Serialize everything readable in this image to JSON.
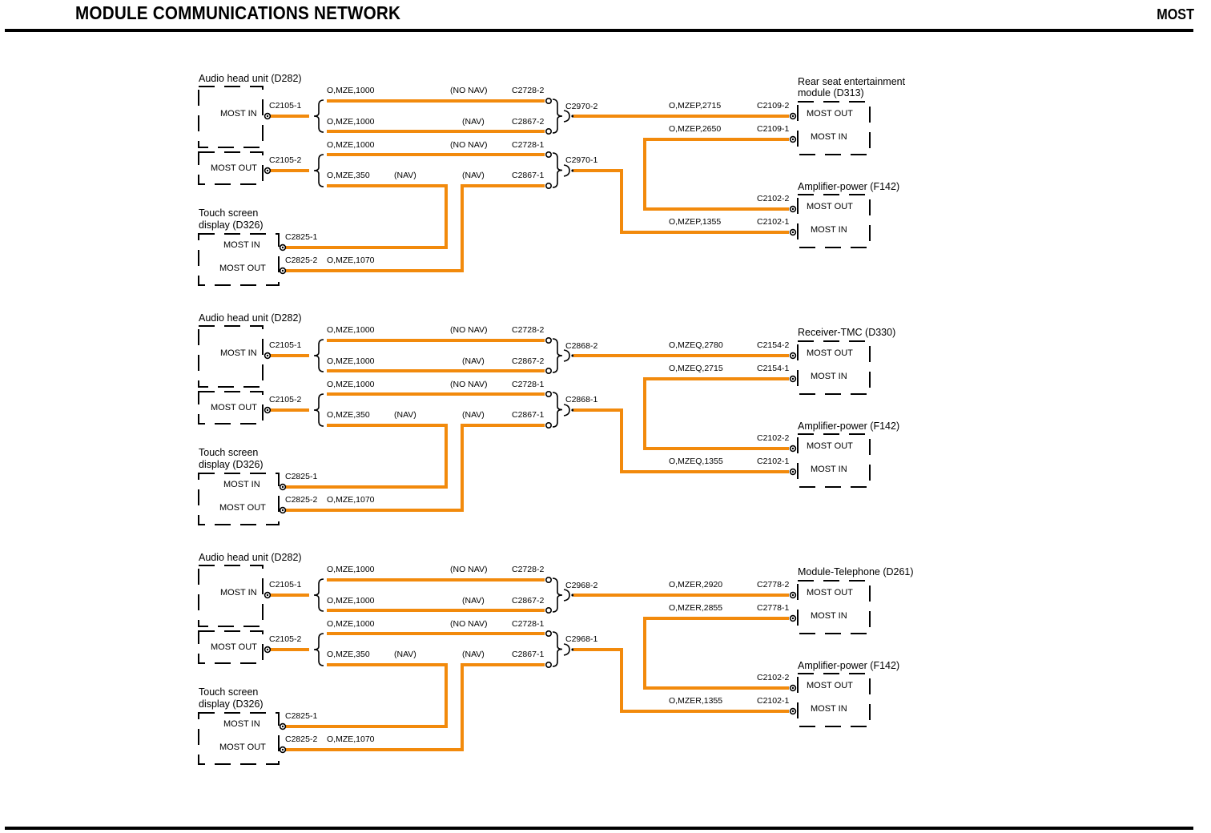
{
  "header": {
    "title": "MODULE COMMUNICATIONS NETWORK",
    "tag": "MOST"
  },
  "colors": {
    "wire": "#f28a0c",
    "ink": "#000000"
  },
  "common": {
    "head_unit": "Audio head unit (D282)",
    "touch_screen_l1": "Touch screen",
    "touch_screen_l2": "display (D326)",
    "most_in": "MOST IN",
    "most_out": "MOST OUT",
    "amp": "Amplifier-power (F142)",
    "c2105_1": "C2105-1",
    "c2105_2": "C2105-2",
    "c2825_1": "C2825-1",
    "c2825_2": "C2825-2",
    "c2728_2": "C2728-2",
    "c2728_1": "C2728-1",
    "c2867_2": "C2867-2",
    "c2867_1": "C2867-1",
    "c2102_2": "C2102-2",
    "c2102_1": "C2102-1",
    "w1000": "O,MZE,1000",
    "w350": "O,MZE,350",
    "w1070": "O,MZE,1070",
    "no_nav": "(NO NAV)",
    "nav": "(NAV)"
  },
  "sections": [
    {
      "splice_top": "C2970-2",
      "splice_bot": "C2970-1",
      "module_l1": "Rear seat entertainment",
      "module_l2": "module (D313)",
      "mod_conn_out": "C2109-2",
      "mod_conn_in": "C2109-1",
      "w_to_mod_out": "O,MZEP,2715",
      "w_to_mod_in": "O,MZEP,2650",
      "w_to_amp_in": "O,MZEP,1355"
    },
    {
      "splice_top": "C2868-2",
      "splice_bot": "C2868-1",
      "module_l1": "Receiver-TMC (D330)",
      "module_l2": "",
      "mod_conn_out": "C2154-2",
      "mod_conn_in": "C2154-1",
      "w_to_mod_out": "O,MZEQ,2780",
      "w_to_mod_in": "O,MZEQ,2715",
      "w_to_amp_in": "O,MZEQ,1355"
    },
    {
      "splice_top": "C2968-2",
      "splice_bot": "C2968-1",
      "module_l1": "Module-Telephone (D261)",
      "module_l2": "",
      "mod_conn_out": "C2778-2",
      "mod_conn_in": "C2778-1",
      "w_to_mod_out": "O,MZER,2920",
      "w_to_mod_in": "O,MZER,2855",
      "w_to_amp_in": "O,MZER,1355"
    }
  ]
}
